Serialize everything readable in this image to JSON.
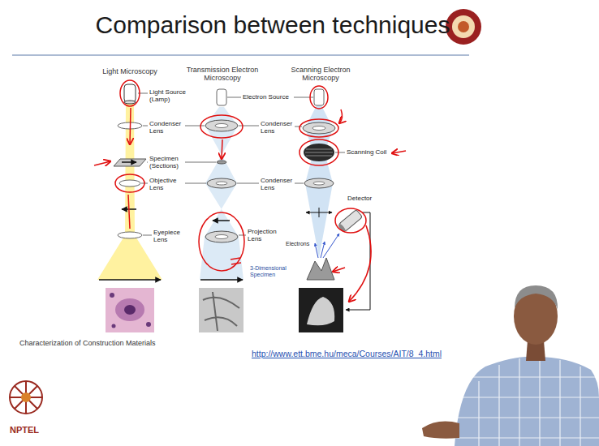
{
  "diagram": {
    "title": "Comparison between techniques",
    "caption": "Characterization of Construction Materials",
    "labels": [
      "Light Microscopy",
      "Transmission Electron Microscopy",
      "Scanning Electron Microscopy",
      "Light Source (Lamp)",
      "Electron Source",
      "Condenser Lens",
      "Condenser Lens",
      "Scanning Coil",
      "Specimen (Sections)",
      "Objective Lens",
      "Condenser Lens",
      "Detector",
      "Eyepiece Lens",
      "Projection Lens",
      "Electrons",
      "3-Dimensional Specimen",
      "http://www.ett.bme.hu/meca/Courses/AIT/8_4.html",
      "NPTEL"
    ]
  }
}
